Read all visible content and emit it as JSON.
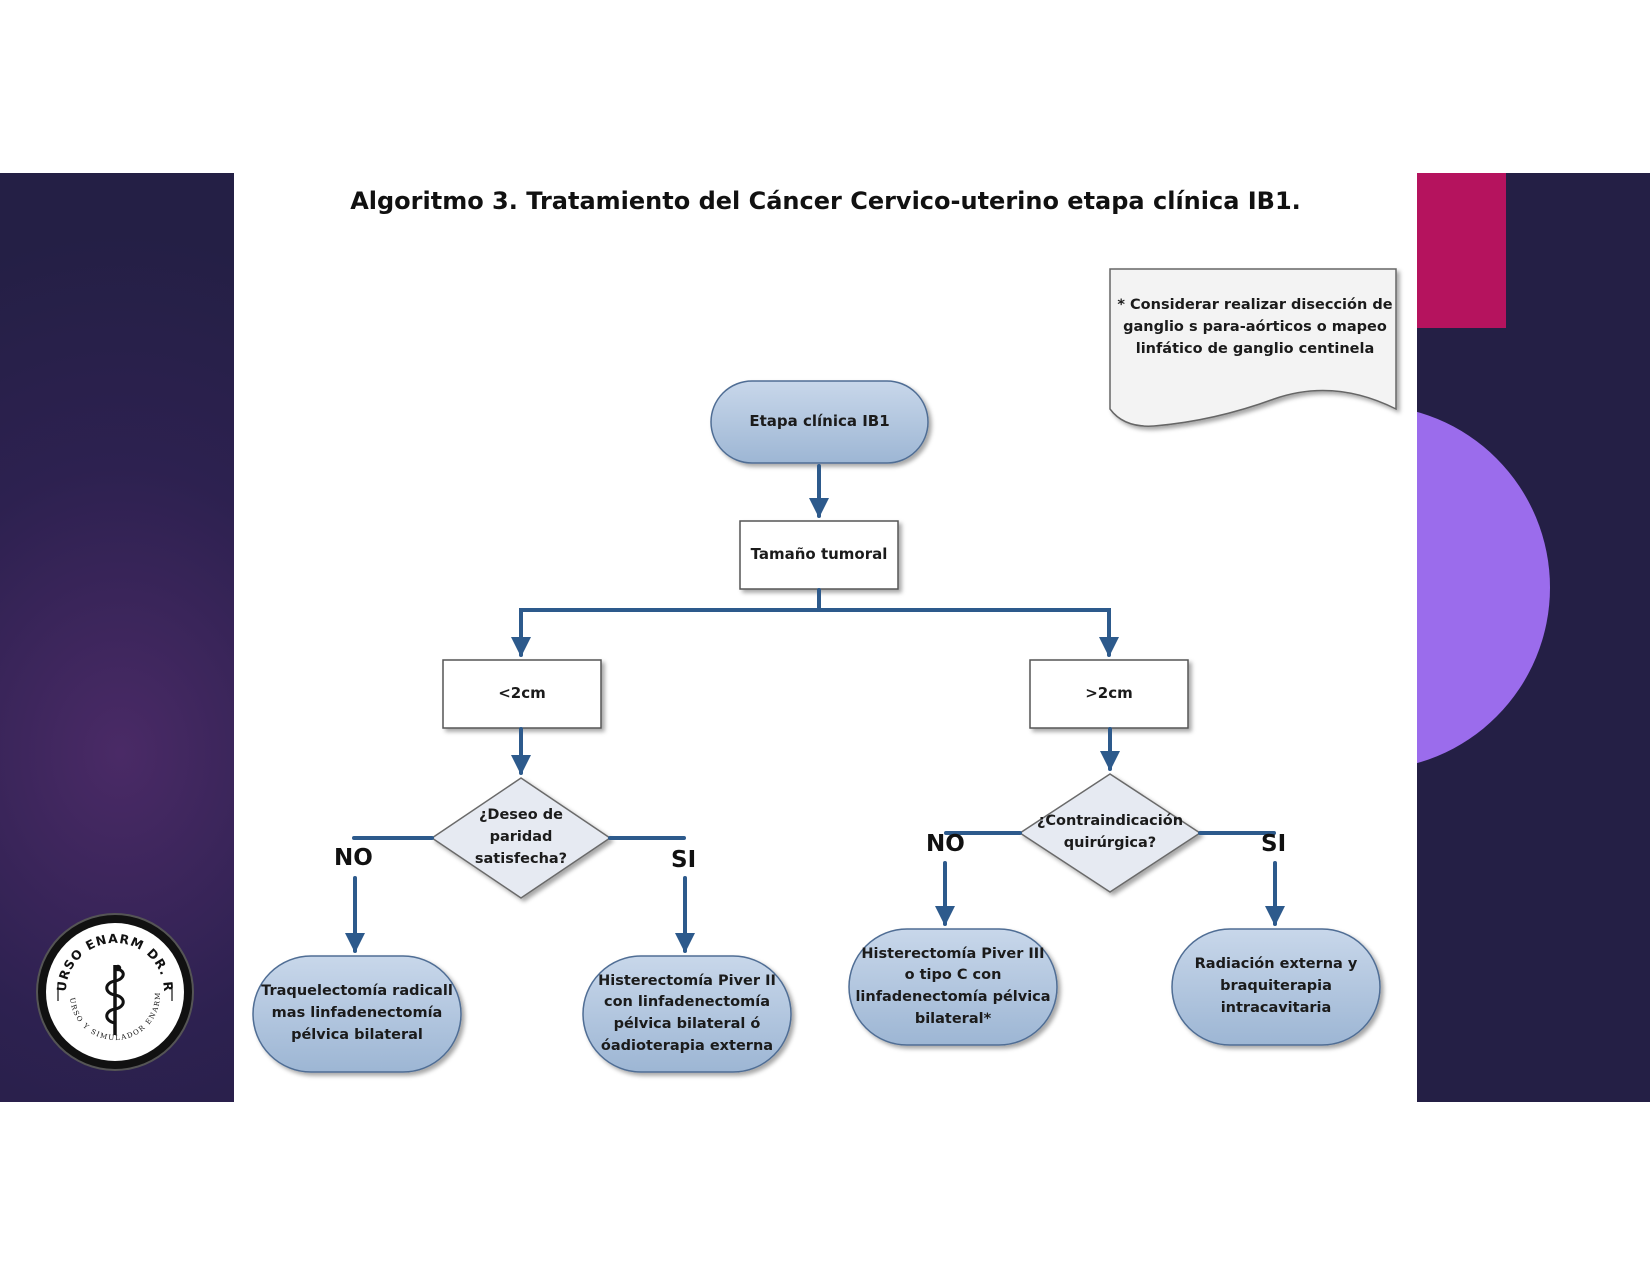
{
  "title": "Algoritmo 3. Tratamiento del Cáncer Cervico-uterino etapa clínica IB1.",
  "note": "* Considerar realizar disección de\nganglio s para-aórticos o mapeo\nlinfático de ganglio centinela",
  "nodes": {
    "start": "Etapa clínica IB1",
    "tumor_size": "Tamaño tumoral",
    "lt2": "<2cm",
    "gt2": ">2cm",
    "q_parity": "¿Deseo de\nparidad\nsatisfecha?",
    "q_contra": "¿Contraindicación\nquirúrgica?",
    "out_trach": "Traquelectomía radicall\nmas linfadenectomía\npélvica bilateral",
    "out_piver2": "Histerectomía Piver II\ncon linfadenectomía\npélvica bilateral  ó\nóadioterapia externa",
    "out_piver3": "Histerectomía Piver III\no tipo C  con\nlinfadenectomía pélvica\nbilateral*",
    "out_radiation": "Radiación externa y\nbraquiterapia\nintracavitaria"
  },
  "branches": {
    "no": "NO",
    "si": "SI"
  },
  "logo": {
    "top_text": "CURSO ENARM DR. RE",
    "bottom_text": "CURSO Y SIMULADOR ENARM",
    "icon": "caduceus-icon"
  },
  "colors": {
    "node_fill_top": "#c8d7ea",
    "node_fill_bottom": "#9db6d4",
    "node_border": "#4f6d94",
    "arrow": "#2d5a8c",
    "magenta": "#b5135e",
    "purple": "#9b6cec",
    "background": "#2d2150"
  }
}
